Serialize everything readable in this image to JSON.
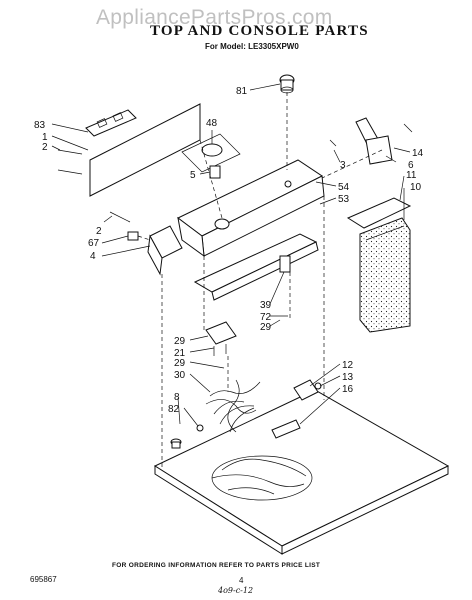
{
  "header": {
    "watermark": "AppliancePartsPros.com",
    "title": "TOP AND CONSOLE PARTS",
    "subtitle": "For Model: LE3305XPW0"
  },
  "callouts": [
    "81",
    "83",
    "1",
    "2",
    "48",
    "5",
    "14",
    "3",
    "6",
    "54",
    "53",
    "11",
    "10",
    "2",
    "67",
    "4",
    "39",
    "72",
    "29",
    "29",
    "21",
    "29",
    "30",
    "12",
    "13",
    "16",
    "8",
    "82"
  ],
  "footer": {
    "note": "FOR ORDERING INFORMATION REFER TO PARTS PRICE LIST",
    "doc_number": "695867",
    "page_number": "4",
    "handwritten": "4o9-c-12"
  }
}
